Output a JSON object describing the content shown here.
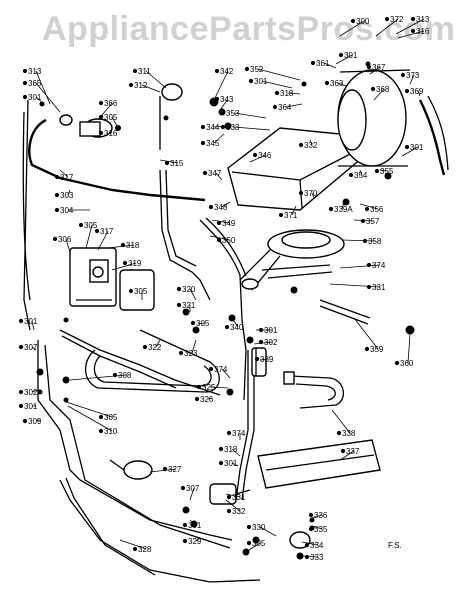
{
  "watermark": "AppliancePartsPros.com",
  "initials": "F.S.",
  "part_labels": [
    "313",
    "365",
    "301",
    "366",
    "305",
    "316",
    "317",
    "303",
    "304",
    "306",
    "305",
    "317",
    "318",
    "319",
    "301",
    "307",
    "302",
    "301",
    "309",
    "305",
    "310",
    "308",
    "305",
    "322",
    "315",
    "311",
    "312",
    "342",
    "343",
    "344",
    "345",
    "346",
    "347",
    "348",
    "349",
    "350",
    "320",
    "321",
    "305",
    "323",
    "374",
    "325",
    "326",
    "327",
    "307",
    "301",
    "331",
    "332",
    "329",
    "328",
    "305",
    "330",
    "333",
    "334",
    "335",
    "336",
    "337",
    "338",
    "339",
    "340",
    "301",
    "302",
    "300",
    "372",
    "313",
    "316",
    "301",
    "352",
    "361",
    "363",
    "318",
    "364",
    "301",
    "367",
    "368",
    "369",
    "373",
    "353",
    "333",
    "332",
    "301",
    "354",
    "355",
    "356",
    "371",
    "370",
    "339A",
    "357",
    "358",
    "374",
    "331",
    "359",
    "360",
    "374",
    "318",
    "301"
  ]
}
